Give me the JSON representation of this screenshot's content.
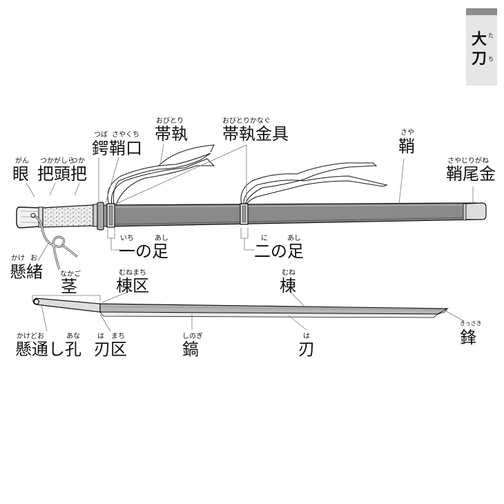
{
  "title_tab": {
    "chars": [
      "大",
      "刀"
    ],
    "ruby": [
      "た",
      "ち"
    ],
    "colors": {
      "tab_bg": "#e6e6e6",
      "tab_top": "#8c8c8c"
    }
  },
  "diagram": {
    "subject": "tachi",
    "labels": [
      {
        "id": "gan",
        "kanji": "眼",
        "ruby": "がん"
      },
      {
        "id": "tsukagashira",
        "kanji": "把頭",
        "ruby": "つかがしら"
      },
      {
        "id": "tsuka",
        "kanji": "把",
        "ruby": "つか"
      },
      {
        "id": "tsuba",
        "kanji": "鍔",
        "ruby": "つば"
      },
      {
        "id": "sayaguchi",
        "kanji": "鞘口",
        "ruby": "さやくち"
      },
      {
        "id": "obitori",
        "kanji": "帯執",
        "ruby": "おびとり"
      },
      {
        "id": "obitori-kanagu",
        "kanji": "帯執金具",
        "ruby": "おびとりかなぐ"
      },
      {
        "id": "saya",
        "kanji": "鞘",
        "ruby": "さや"
      },
      {
        "id": "sayajirigane",
        "kanji": "鞘尾金",
        "ruby": "さやじりがね"
      },
      {
        "id": "ichi-no-ashi",
        "kanji": "一の足",
        "ruby_parts": [
          "いち",
          "あし"
        ]
      },
      {
        "id": "ni-no-ashi",
        "kanji": "二の足",
        "ruby_parts": [
          "に",
          "あし"
        ]
      },
      {
        "id": "kakeo",
        "kanji": "懸緒",
        "ruby_parts": [
          "かけ",
          "お"
        ]
      },
      {
        "id": "nakago",
        "kanji": "茎",
        "ruby": "なかご"
      },
      {
        "id": "munemachi",
        "kanji": "棟区",
        "ruby": "むねまち"
      },
      {
        "id": "mune",
        "kanji": "棟",
        "ruby": "むね"
      },
      {
        "id": "kakedooshi-ana",
        "kanji": "懸通し孔",
        "ruby_parts": [
          "かけどお",
          "あな"
        ]
      },
      {
        "id": "hamachi",
        "kanji": "刃区",
        "ruby_parts": [
          "は",
          "まち"
        ]
      },
      {
        "id": "shinogi",
        "kanji": "鎬",
        "ruby": "しのぎ"
      },
      {
        "id": "ha",
        "kanji": "刃",
        "ruby": "は"
      },
      {
        "id": "kissaki",
        "kanji": "鋒",
        "ruby": "きっさき"
      }
    ],
    "colors": {
      "saya": "#8a8a8a",
      "blade": "#b5b5b5",
      "nakago": "#d8d8d8",
      "leader_line": "#777777",
      "ink": "#111111"
    }
  }
}
